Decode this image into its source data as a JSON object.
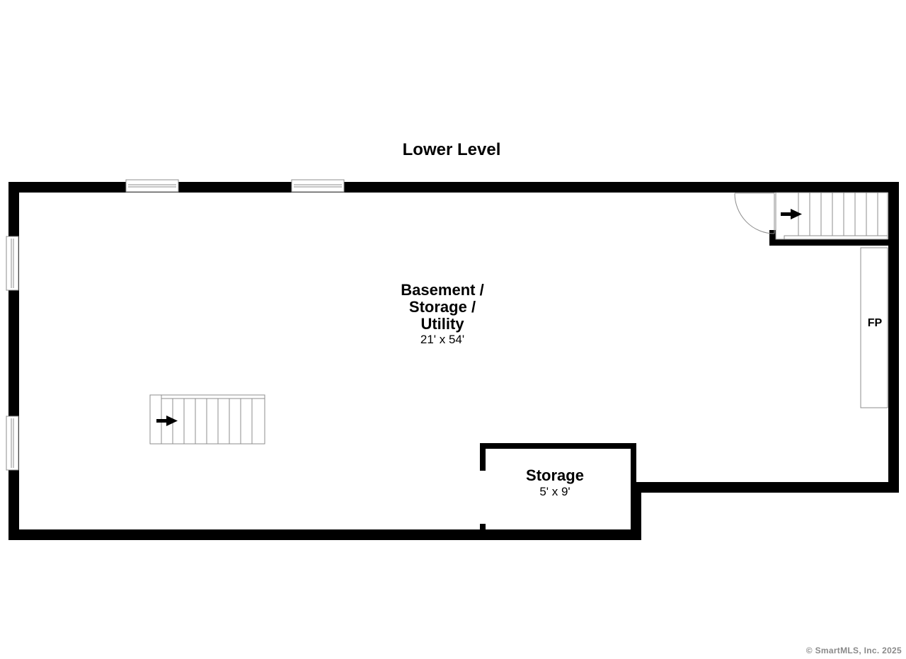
{
  "plan": {
    "title": "Lower Level",
    "rooms": [
      {
        "name_lines": [
          "Basement /",
          "Storage /",
          "Utility"
        ],
        "dimensions": "21' x 54'"
      },
      {
        "name_lines": [
          "Storage"
        ],
        "dimensions": "5' x 9'"
      }
    ],
    "fixtures": {
      "fireplace_label": "FP"
    },
    "copyright": "© SmartMLS, Inc.  2025"
  },
  "colors": {
    "wall": "#000000",
    "fixture_stroke": "#8c8c8c",
    "background": "#ffffff",
    "copyright": "#8a8a8a"
  }
}
